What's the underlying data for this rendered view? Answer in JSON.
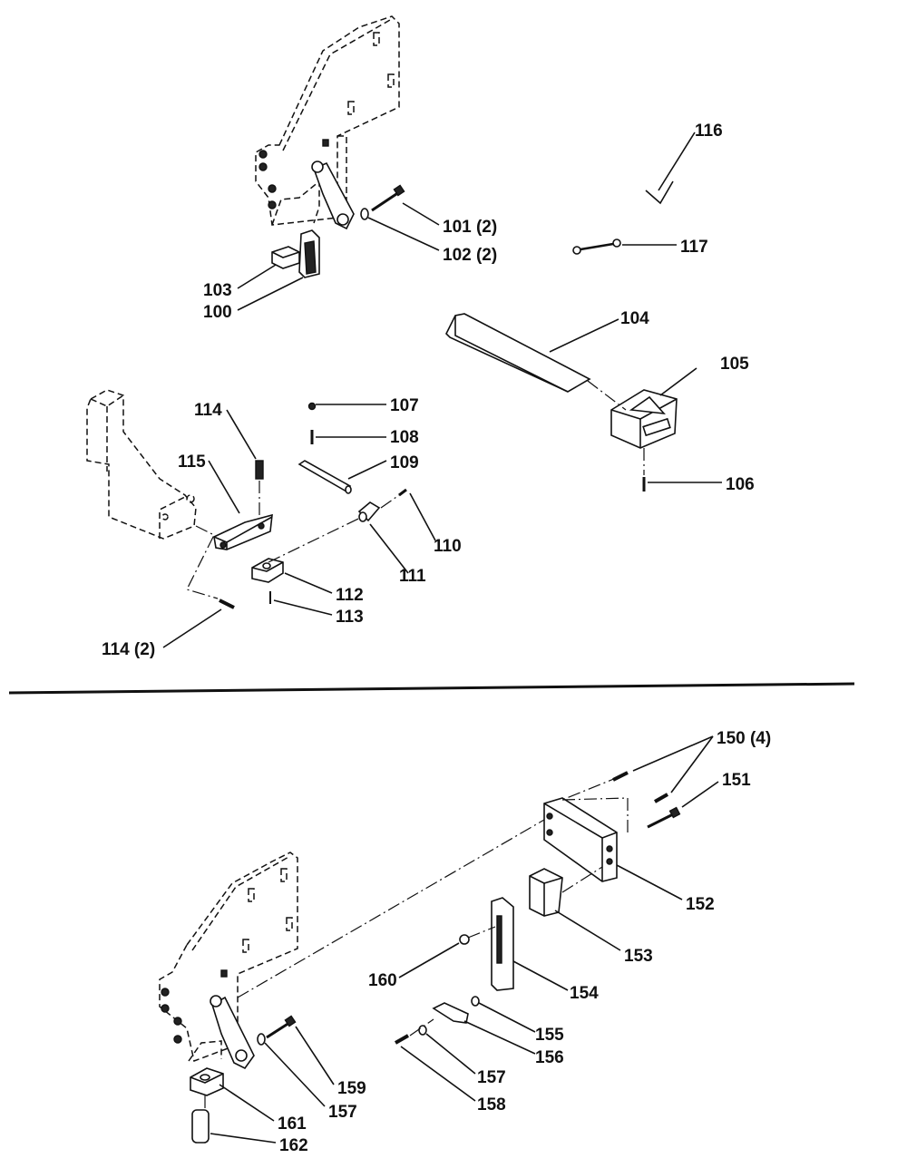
{
  "labels": {
    "l100": "100",
    "l101": "101 (2)",
    "l102": "102 (2)",
    "l103": "103",
    "l104": "104",
    "l105": "105",
    "l106": "106",
    "l107": "107",
    "l108": "108",
    "l109": "109",
    "l110": "110",
    "l111": "111",
    "l112": "112",
    "l113": "113",
    "l114a": "114",
    "l114b": "114 (2)",
    "l115": "115",
    "l116": "116",
    "l117": "117",
    "l150": "150 (4)",
    "l151": "151",
    "l152": "152",
    "l153": "153",
    "l154": "154",
    "l155": "155",
    "l156": "156",
    "l157a": "157",
    "l157b": "157",
    "l158": "158",
    "l159": "159",
    "l160": "160",
    "l161": "161",
    "l162": "162"
  }
}
